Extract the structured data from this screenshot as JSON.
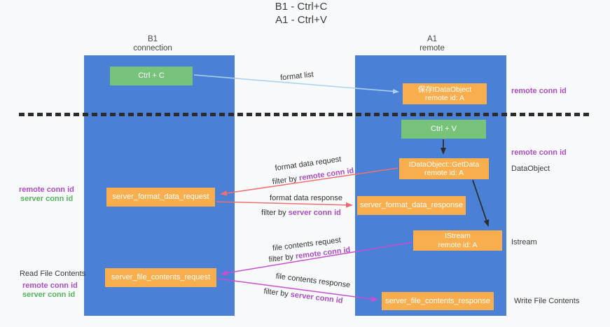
{
  "title": {
    "line1": "B1 - Ctrl+C",
    "line2": "A1 - Ctrl+V"
  },
  "columns": {
    "left": {
      "name": "B1",
      "subtitle": "connection"
    },
    "right": {
      "name": "A1",
      "subtitle": "remote"
    }
  },
  "nodes": {
    "ctrl_c": {
      "label": "Ctrl + C"
    },
    "ctrl_v": {
      "label": "Ctrl + V"
    },
    "save_dataobject": {
      "line1": "保存IDataObject",
      "line2": "remote id: A"
    },
    "getdata": {
      "line1": "IDataObject::GetData",
      "line2": "remote id: A"
    },
    "istream": {
      "line1": "IStream",
      "line2": "remote id: A"
    },
    "format_request": {
      "label": "server_format_data_request"
    },
    "format_response": {
      "label": "server_format_data_response"
    },
    "file_request": {
      "label": "server_file_contents_request"
    },
    "file_response": {
      "label": "server_file_contents_response"
    }
  },
  "edge_labels": {
    "format_list": "format list",
    "format_data_request": "format data request",
    "format_data_response": "format data response",
    "file_contents_request": "file contents request",
    "file_contents_response": "file contents response",
    "filter_by": "filter by ",
    "remote_conn_id": "remote conn id",
    "server_conn_id": "server conn id"
  },
  "side_labels": {
    "remote_conn_id": "remote conn id",
    "server_conn_id": "server conn id",
    "dataobject": "DataObject",
    "istream": "Istream",
    "read_file_contents": "Read File Contents",
    "write_file_contents": "Write File Contents"
  },
  "colors": {
    "column_blue": "#4a80d5",
    "node_green": "#77c37a",
    "node_orange": "#f9ae4d",
    "arrow_lightblue": "#a9d3f0",
    "arrow_black": "#2d2d2d",
    "arrow_salmon": "#ee7070",
    "arrow_magenta": "#c84fd0",
    "text_purple": "#ab4ec4",
    "text_green": "#57b45c",
    "text_dark": "#3d3d3d"
  }
}
